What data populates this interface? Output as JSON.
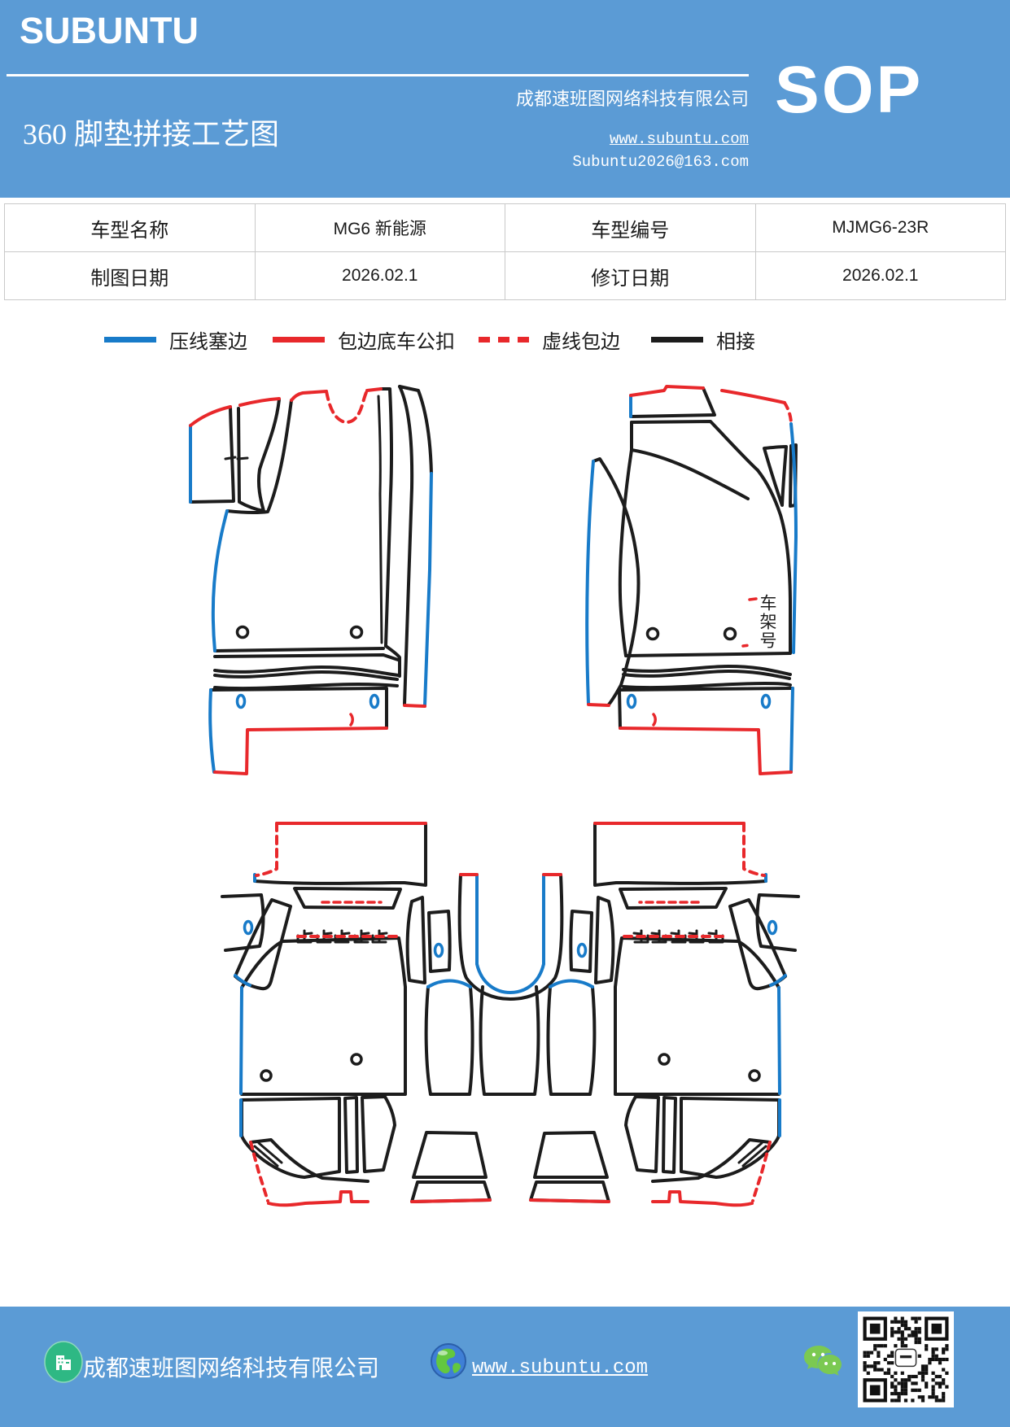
{
  "header": {
    "logo": "SUBUNTU",
    "title": "360 脚垫拼接工艺图",
    "company": "成都速班图网络科技有限公司",
    "website": "www.subuntu.com",
    "email": "Subuntu2026@163.com",
    "sop": "SOP"
  },
  "info_table": {
    "rows": [
      {
        "label1": "车型名称",
        "value1": "MG6 新能源",
        "label2": "车型编号",
        "value2": "MJMG6-23R"
      },
      {
        "label1": "制图日期",
        "value1": "2026.02.1",
        "label2": "修订日期",
        "value2": "2026.02.1"
      }
    ]
  },
  "legend": {
    "items": [
      {
        "label": "压线塞边",
        "color": "#187bc9",
        "style": "solid"
      },
      {
        "label": "包边底车公扣",
        "color": "#e8282b",
        "style": "solid"
      },
      {
        "label": "虚线包边",
        "color": "#e8282b",
        "style": "dashed"
      },
      {
        "label": "相接",
        "color": "#1c1c1c",
        "style": "solid"
      }
    ]
  },
  "diagram": {
    "frame_number_label": "车架号"
  },
  "footer": {
    "company": "成都速班图网络科技有限公司",
    "website": "www.subuntu.com"
  },
  "colors": {
    "banner_blue": "#5b9bd5",
    "edge_blue": "#187bc9",
    "edge_red": "#e8282b",
    "edge_black": "#1c1c1c",
    "wechat_green": "#7bc952",
    "building_green": "#2eb884"
  }
}
